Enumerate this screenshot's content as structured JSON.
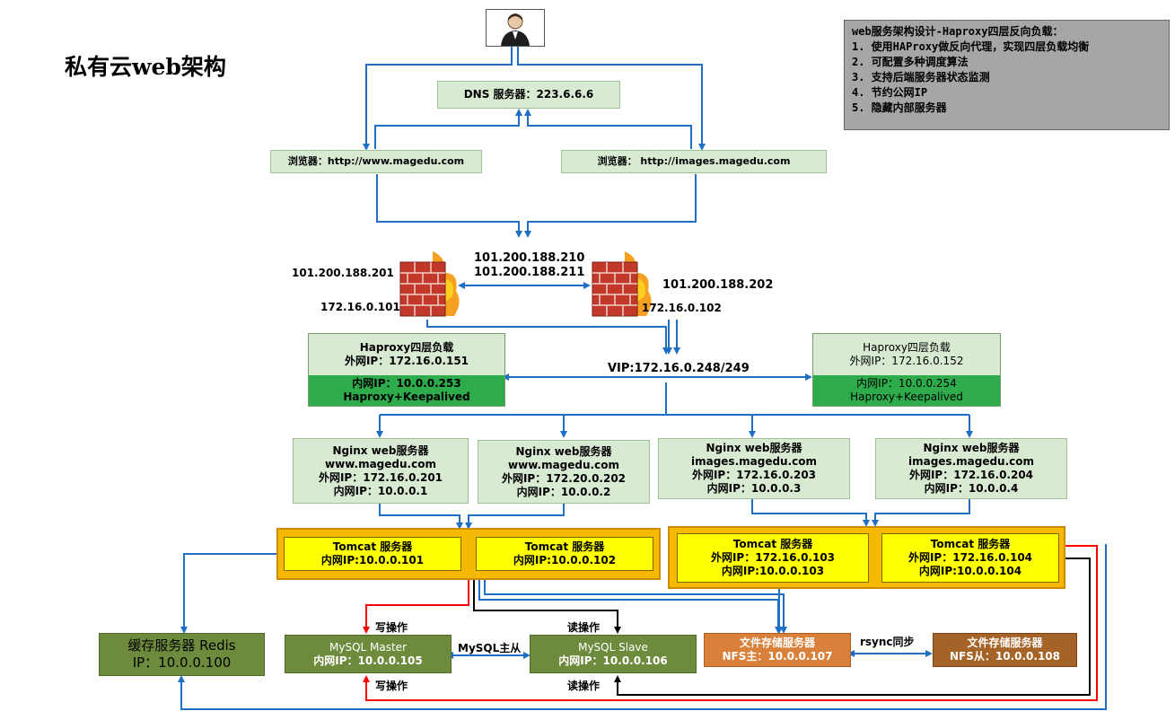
{
  "title": "私有云web架构",
  "info_box": {
    "heading": "web服务架构设计-Haproxy四层反向负载：",
    "items": [
      "1. 使用HAProxy做反向代理，实现四层负载均衡",
      "2. 可配置多种调度算法",
      "3. 支持后端服务器状态监测",
      "4. 节约公网IP",
      "5. 隐藏内部服务器"
    ]
  },
  "dns": {
    "label": "DNS 服务器：223.6.6.6"
  },
  "browsers": [
    {
      "label": "浏览器：http://www.magedu.com"
    },
    {
      "label": "浏览器： http://images.magedu.com"
    }
  ],
  "firewalls": {
    "left_public": "101.200.188.201",
    "left_private": "172.16.0.101",
    "shared_line1": "101.200.188.210",
    "shared_line2": "101.200.188.211",
    "right_public": "101.200.188.202",
    "right_private": "172.16.0.102"
  },
  "vip": "VIP:172.16.0.248/249",
  "haproxy": [
    {
      "title": "Haproxy四层负载",
      "public_ip": "外网IP：172.16.0.151",
      "private_ip": "内网IP：10.0.0.253",
      "software": "Haproxy+Keepalived"
    },
    {
      "title": "Haproxy四层负载",
      "public_ip": "外网IP：172.16.0.152",
      "private_ip": "内网IP：10.0.0.254",
      "software": "Haproxy+Keepalived"
    }
  ],
  "nginx": [
    {
      "title": "Nginx web服务器",
      "domain": "www.magedu.com",
      "public_ip": "外网IP：172.16.0.201",
      "private_ip": "内网IP：10.0.0.1"
    },
    {
      "title": "Nginx web服务器",
      "domain": "www.magedu.com",
      "public_ip": "外网IP：172.20.0.202",
      "private_ip": "内网IP：10.0.0.2"
    },
    {
      "title": "Nginx web服务器",
      "domain": "images.magedu.com",
      "public_ip": "外网IP：172.16.0.203",
      "private_ip": "内网IP：10.0.0.3"
    },
    {
      "title": "Nginx web服务器",
      "domain": "images.magedu.com",
      "public_ip": "外网IP：172.16.0.204",
      "private_ip": "内网IP：10.0.0.4"
    }
  ],
  "tomcat": [
    {
      "title": "Tomcat 服务器",
      "private_ip": "内网IP:10.0.0.101"
    },
    {
      "title": "Tomcat 服务器",
      "private_ip": "内网IP:10.0.0.102"
    },
    {
      "title": "Tomcat 服务器",
      "public_ip": "外网IP：172.16.0.103",
      "private_ip": "内网IP:10.0.0.103"
    },
    {
      "title": "Tomcat 服务器",
      "public_ip": "外网IP：172.16.0.104",
      "private_ip": "内网IP:10.0.0.104"
    }
  ],
  "redis": {
    "title": "缓存服务器 Redis",
    "ip": "IP：10.0.0.100"
  },
  "mysql_master": {
    "title": "MySQL Master",
    "ip": "内网IP：10.0.0.105"
  },
  "mysql_slave": {
    "title": "MySQL Slave",
    "ip": "内网IP：10.0.0.106"
  },
  "nfs_master": {
    "title": "文件存储服务器",
    "ip": "NFS主：10.0.0.107"
  },
  "nfs_slave": {
    "title": "文件存储服务器",
    "ip": "NFS从：10.0.0.108"
  },
  "edge_labels": {
    "write_top": "写操作",
    "write_bottom": "写操作",
    "read_top": "读操作",
    "read_bottom": "读操作",
    "mysql_replication": "MySQL主从",
    "rsync": "rsync同步"
  },
  "colors": {
    "blue_line": "#1f6fc5",
    "red_line": "#ff0000",
    "black_line": "#000000",
    "haproxy_green": "#2eab4a",
    "tomcat_gold": "#f7b800"
  }
}
